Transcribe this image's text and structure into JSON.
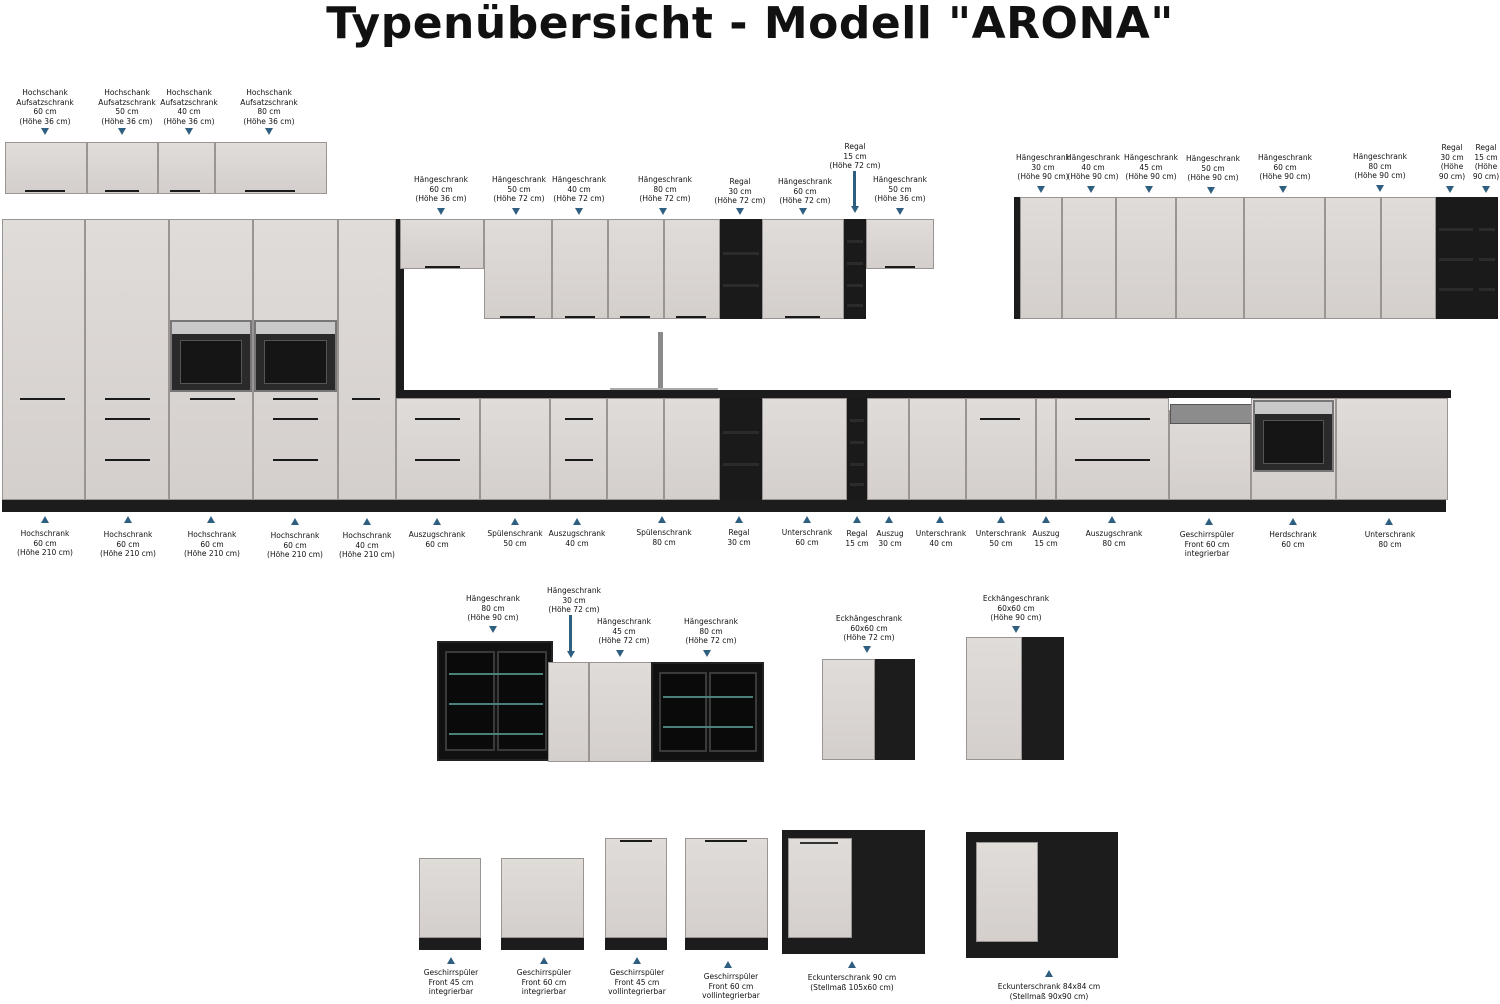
{
  "title": "Typenübersicht - Modell \"ARONA\"",
  "colors": {
    "front": "#d9d4d1",
    "body": "#1c1c1c",
    "arrow": "#2f5f80"
  },
  "labels": {
    "top_hoch_60": "Hochschank\nAufsatzschrank\n60 cm\n(Höhe 36 cm)",
    "top_hoch_50": "Hochschank\nAufsatzschrank\n50 cm\n(Höhe 36 cm)",
    "top_hoch_40": "Hochschank\nAufsatzschrank\n40 cm\n(Höhe 36 cm)",
    "top_hoch_80": "Hochschank\nAufsatzschrank\n80 cm\n(Höhe 36 cm)",
    "h60_36": "Hängeschrank\n60 cm\n(Höhe 36 cm)",
    "h50_72": "Hängeschrank\n50 cm\n(Höhe 72 cm)",
    "h40_72": "Hängeschrank\n40 cm\n(Höhe 72 cm)",
    "h80_72": "Hängeschrank\n80 cm\n(Höhe 72 cm)",
    "regal30_72": "Regal\n30 cm\n(Höhe 72 cm)",
    "h60_72": "Hängeschrank\n60 cm\n(Höhe 72 cm)",
    "regal15_72": "Regal\n15 cm\n(Höhe 72 cm)",
    "h50_36": "Hängeschrank\n50 cm\n(Höhe 36 cm)",
    "h30_90": "Hängeschrank\n30 cm\n(Höhe 90 cm)",
    "h40_90": "Hängeschrank\n40 cm\n(Höhe 90 cm)",
    "h45_90": "Hängeschrank\n45 cm\n(Höhe 90 cm)",
    "h50_90": "Hängeschrank\n50 cm\n(Höhe 90 cm)",
    "h60_90": "Hängeschrank\n60 cm\n(Höhe 90 cm)",
    "h80_90": "Hängeschrank\n80 cm\n(Höhe 90 cm)",
    "regal30_90": "Regal\n30 cm\n(Höhe\n90 cm)",
    "regal15_90": "Regal\n15 cm\n(Höhe\n90 cm)",
    "b_hoch_60a": "Hochschrank\n60 cm\n(Höhe 210 cm)",
    "b_hoch_60b": "Hochschrank\n60 cm\n(Höhe 210 cm)",
    "b_hoch_60c": "Hochschrank\n60 cm\n(Höhe 210 cm)",
    "b_hoch_60d": "Hochschrank\n60 cm\n(Höhe 210 cm)",
    "b_hoch_40": "Hochschrank\n40 cm\n(Höhe 210 cm)",
    "b_ausz_60": "Auszugschrank\n60 cm",
    "b_spuel_50": "Spülenschrank\n50 cm",
    "b_ausz_40": "Auszugschrank\n40 cm",
    "b_spuel_80": "Spülenschrank\n80 cm",
    "b_regal_30": "Regal\n30 cm",
    "b_unter_60": "Unterschrank\n60 cm",
    "b_regal_15": "Regal\n15 cm",
    "b_auszug_30": "Auszug\n30 cm",
    "b_unter_40": "Unterschrank\n40 cm",
    "b_unter_50": "Unterschrank\n50 cm",
    "b_auszug_15": "Auszug\n15 cm",
    "b_ausz_80": "Auszugschrank\n80 cm",
    "b_gesch_60": "Geschirrspüler\nFront 60 cm\nintegrierbar",
    "b_herd_60": "Herdschrank\n60 cm",
    "b_unter_80": "Unterschrank\n80 cm",
    "m_h80_90": "Hängeschrank\n80 cm\n(Höhe 90 cm)",
    "m_h30_72": "Hängeschrank\n30 cm\n(Höhe 72 cm)",
    "m_h45_72": "Hängeschrank\n45 cm\n(Höhe 72 cm)",
    "m_h80_72": "Hängeschrank\n80 cm\n(Höhe 72 cm)",
    "m_eck_72": "Eckhängeschrank\n60x60 cm\n(Höhe 72 cm)",
    "m_eck_90": "Eckhängeschrank\n60x60 cm\n(Höhe 90 cm)",
    "l_gesch45i": "Geschirrspüler\nFront 45 cm\nintegrierbar",
    "l_gesch60i": "Geschirrspüler\nFront 60 cm\nintegrierbar",
    "l_gesch45v": "Geschirrspüler\nFront 45 cm\nvollintegrierbar",
    "l_gesch60v": "Geschirrspüler\nFront 60 cm\nvollintegrierbar",
    "l_eck90": "Eckunterschrank 90 cm\n(Stellmaß 105x60 cm)",
    "l_eck84": "Eckunterschrank 84x84 cm\n(Stellmaß 90x90 cm)"
  }
}
